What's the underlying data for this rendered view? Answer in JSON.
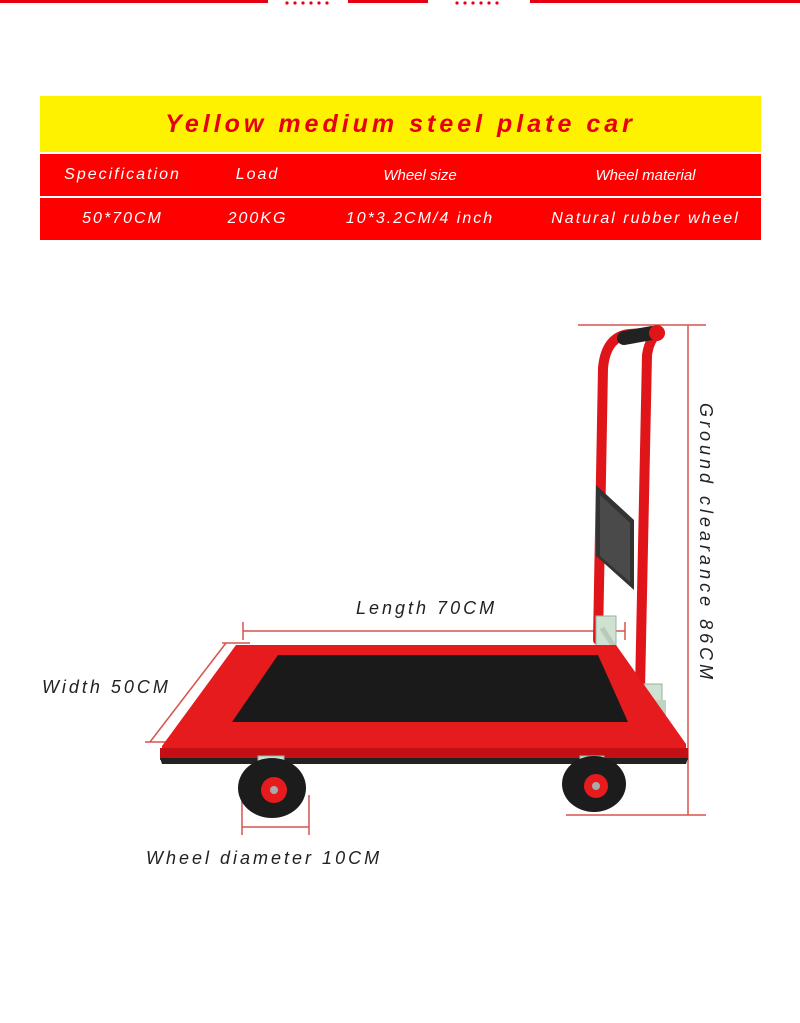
{
  "title": "Yellow medium steel plate car",
  "table": {
    "headers": [
      "Specification",
      "Load",
      "Wheel size",
      "Wheel material"
    ],
    "values": [
      "50*70CM",
      "200KG",
      "10*3.2CM/4 inch",
      "Natural rubber wheel"
    ]
  },
  "dimensions": {
    "length": "Length 70CM",
    "width": "Width 50CM",
    "height": "Ground clearance 86CM",
    "wheel": "Wheel diameter 10CM"
  },
  "colors": {
    "accent_red": "#fe0000",
    "title_yellow": "#fff200",
    "title_text": "#e50012",
    "mat_black": "#1a1a1a"
  }
}
